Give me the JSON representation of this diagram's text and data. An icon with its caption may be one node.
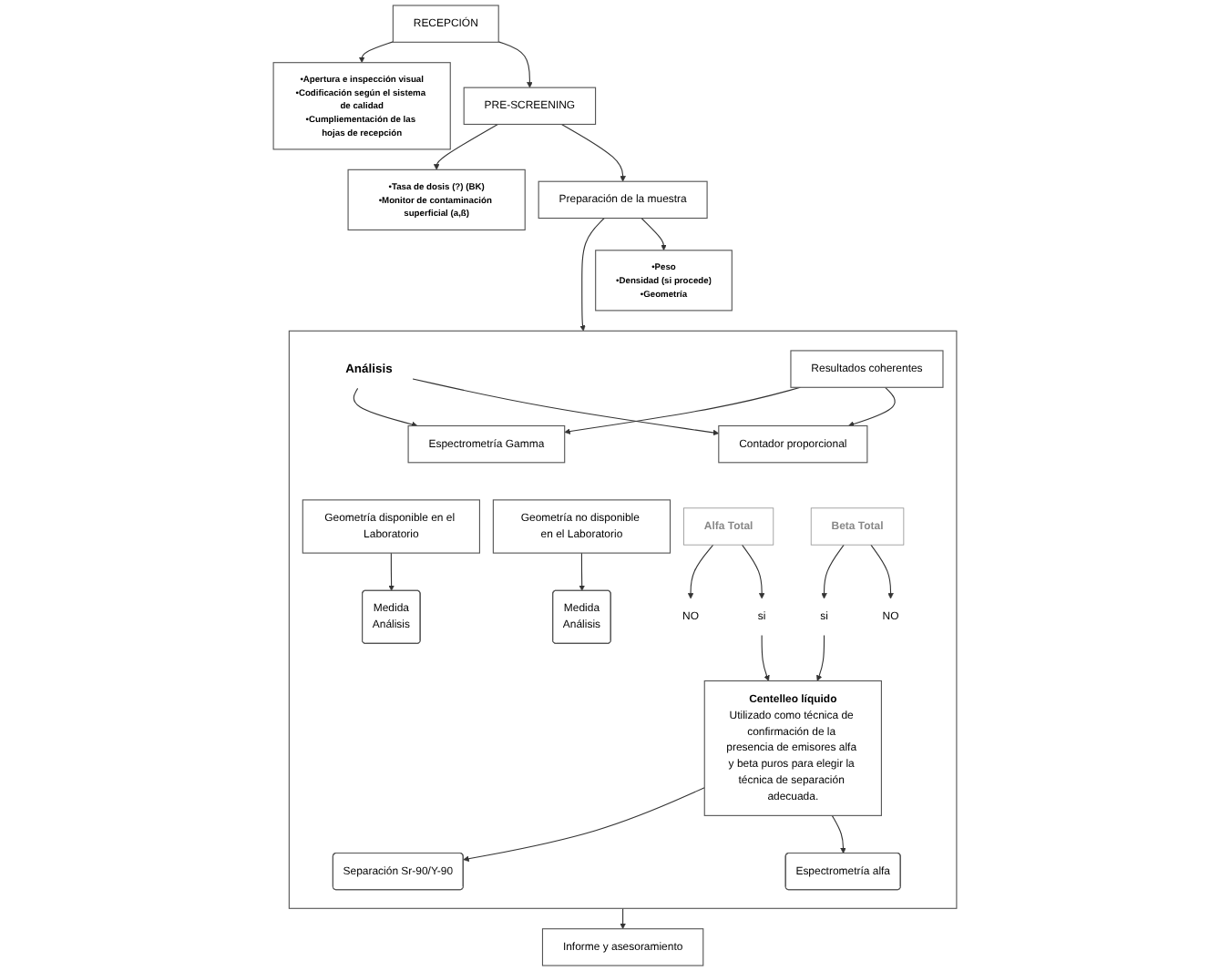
{
  "diagram": {
    "nodes": [
      {
        "text": [
          "RECEPCIÓN"
        ]
      },
      {
        "text": [
          "•Apertura e inspección visual",
          "•Codificación según el sistema de calidad",
          "•Cumpliementación de las hojas de recepción"
        ]
      },
      {
        "text": [
          "PRE-SCREENING"
        ]
      },
      {
        "text": [
          "•Tasa de dosis (?) (BK)",
          "•Monitor de contaminación superficial (a,ß)"
        ]
      },
      {
        "text": [
          "Preparación de la muestra"
        ]
      },
      {
        "text": [
          "•Peso",
          "•Densidad (si procede)",
          "•Geometría"
        ]
      },
      {
        "text": [],
        "shape": "box"
      },
      {
        "text": [
          "Análisis"
        ],
        "in": 6
      },
      {
        "text": [
          "Espectrometría Gamma"
        ],
        "in": 6
      },
      {
        "text": [
          "Resultados coherentes"
        ],
        "in": 6
      },
      {
        "text": [
          "Contador proporcional"
        ],
        "in": 6
      },
      {
        "text": [
          "Geometría disponible en el Laboratorio"
        ],
        "in": 6
      },
      {
        "text": [
          "Geometría no disponible en el Laboratorio"
        ],
        "in": 6
      },
      {
        "text": [
          "Alfa Total"
        ],
        "in": 6
      },
      {
        "text": [
          "Beta Total"
        ],
        "in": 6
      },
      {
        "text": [
          "NO"
        ],
        "in": 6
      },
      {
        "text": [
          "si"
        ],
        "in": 6
      },
      {
        "text": [
          "si"
        ],
        "in": 6
      },
      {
        "text": [
          "NO"
        ],
        "in": 6
      },
      {
        "text": [
          "Medida",
          "Análisis"
        ],
        "in": 6
      },
      {
        "text": [
          "Medida",
          "Análisis"
        ],
        "in": 6
      },
      {
        "text": [
          "Separación Sr-90/Y-90"
        ],
        "in": 6
      },
      {
        "text": [
          "Centelleo líquido",
          "Utilizado como técnica de confirmación de la presencia de emisores alfa y beta puros para elegir la técnica de separación adecuada."
        ],
        "in": 6
      },
      {
        "text": [
          "Espectrometría alfa"
        ],
        "in": 6
      },
      {
        "text": [
          "Informe y asesoramiento"
        ]
      }
    ],
    "edges": [
      {
        "from": 0,
        "to": 1,
        "arrow": "to"
      },
      {
        "from": 0,
        "to": 2,
        "arrow": "to"
      },
      {
        "from": 2,
        "to": 3,
        "arrow": "to"
      },
      {
        "from": 2,
        "to": 4,
        "arrow": "to"
      },
      {
        "from": 4,
        "to": 5,
        "arrow": "to"
      },
      {
        "from": 4,
        "to": 6,
        "arrow": "to"
      },
      {
        "from": 7,
        "to": 8,
        "arrow": "to"
      },
      {
        "from": 7,
        "to": 10,
        "arrow": "to"
      },
      {
        "from": 9,
        "to": 8,
        "arrow": "to"
      },
      {
        "from": 9,
        "to": 10,
        "arrow": "to"
      },
      {
        "from": 11,
        "to": 19,
        "arrow": "to"
      },
      {
        "from": 12,
        "to": 20,
        "arrow": "to"
      },
      {
        "from": 13,
        "to": 15,
        "arrow": "to"
      },
      {
        "from": 13,
        "to": 16,
        "arrow": "to"
      },
      {
        "from": 14,
        "to": 17,
        "arrow": "to"
      },
      {
        "from": 14,
        "to": 18,
        "arrow": "to"
      },
      {
        "from": 16,
        "to": 22,
        "arrow": "to"
      },
      {
        "from": 17,
        "to": 22,
        "arrow": "to"
      },
      {
        "from": 22,
        "to": 21,
        "arrow": "to"
      },
      {
        "from": 22,
        "to": 23,
        "arrow": "to"
      },
      {
        "from": 6,
        "to": 24,
        "arrow": "to"
      }
    ]
  }
}
